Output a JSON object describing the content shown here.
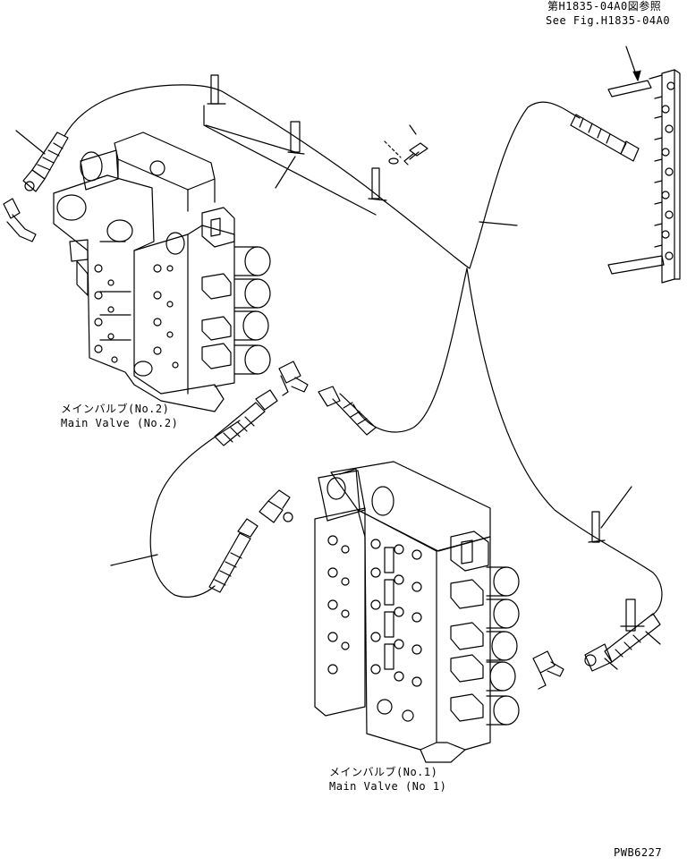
{
  "reference": {
    "jp": "第H1835-04A0図参照",
    "en": "See Fig.H1835-04A0"
  },
  "valve_no2": {
    "jp": "メインバルブ(No.2)",
    "en": "Main Valve (No.2)"
  },
  "valve_no1": {
    "jp": "メインバルブ(No.1)",
    "en": "Main Valve (No 1)"
  },
  "drawing_code": "PWB6227",
  "colors": {
    "line": "#000000",
    "paper": "#ffffff"
  }
}
